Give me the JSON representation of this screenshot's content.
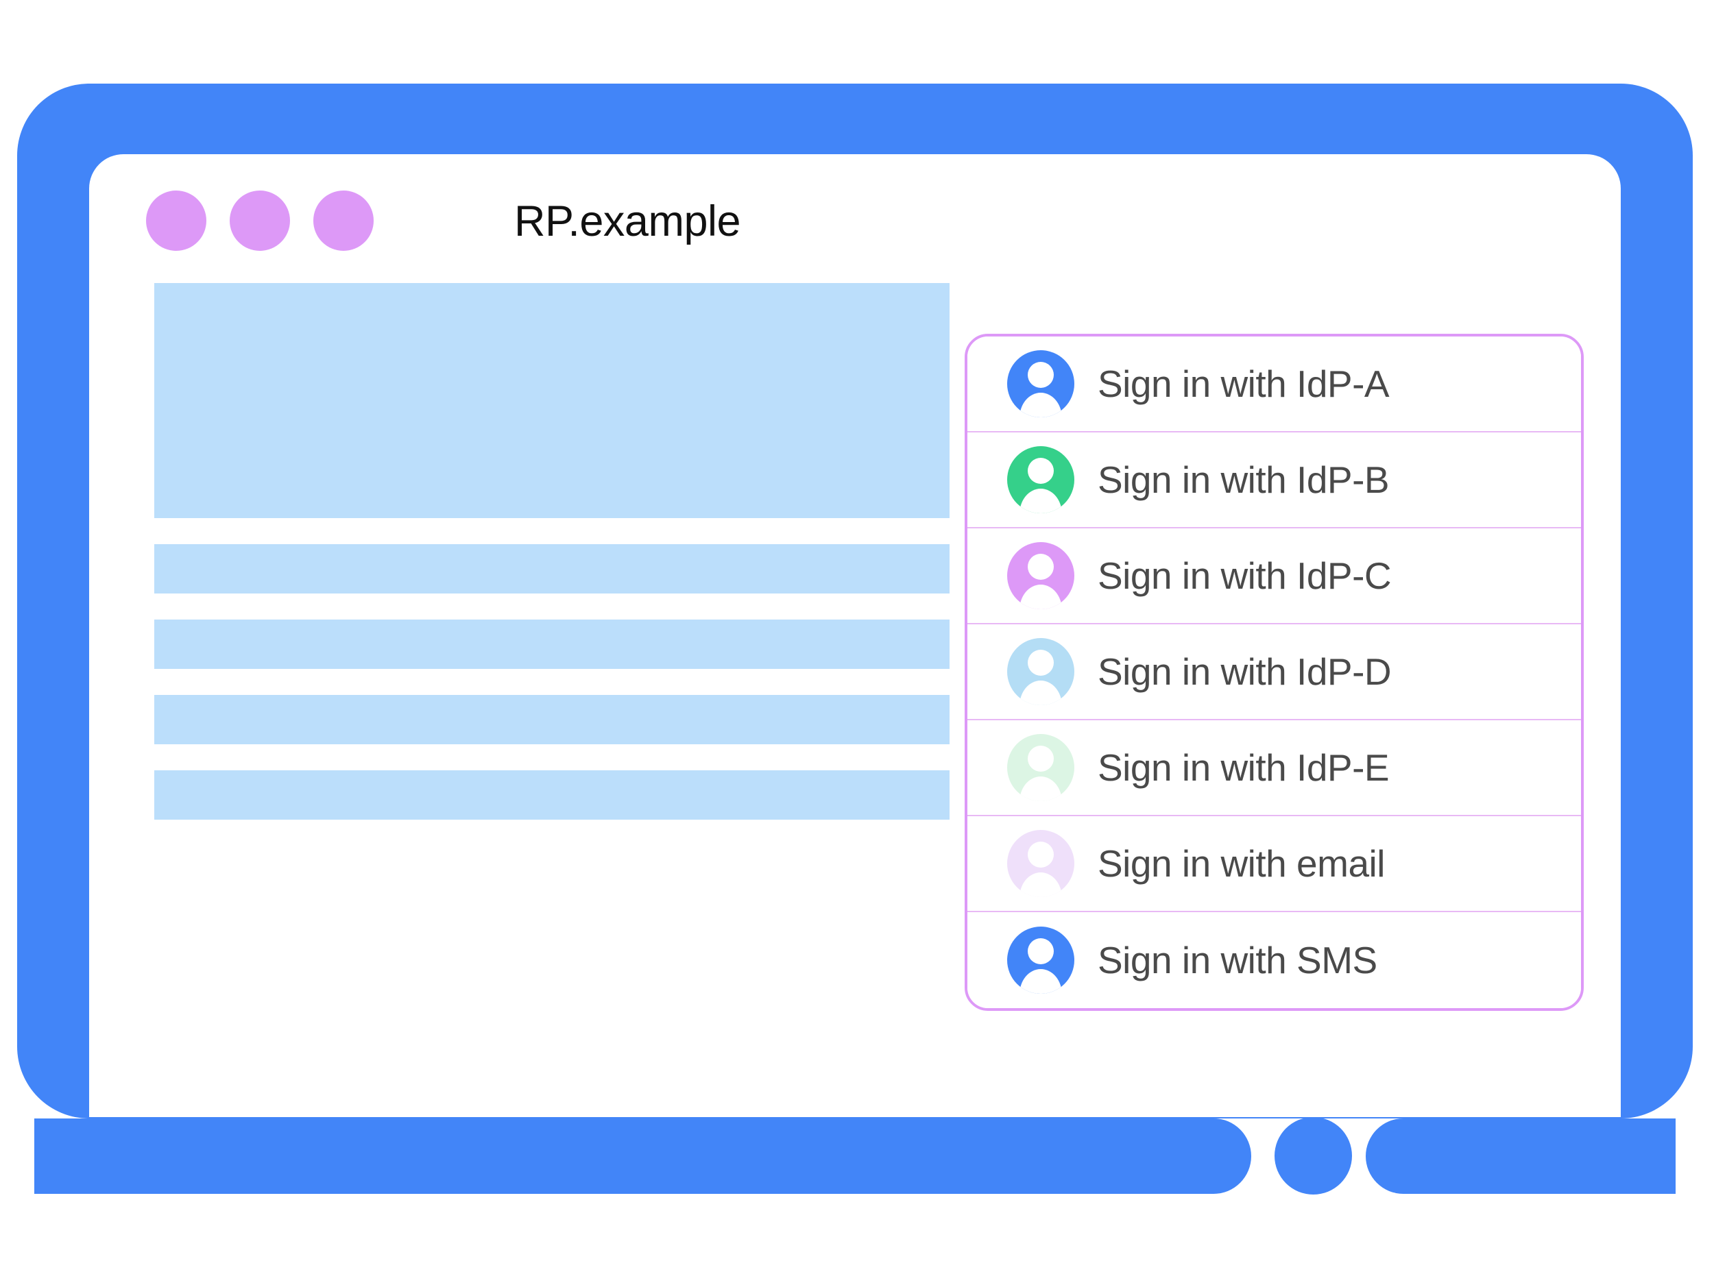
{
  "window": {
    "title": "RP.example",
    "dots": [
      "window-dot-1",
      "window-dot-2",
      "window-dot-3"
    ],
    "dot_color": "#DD99F7",
    "frame_color": "#4285F8"
  },
  "page_content": {
    "placeholder_color": "#BBDEFB",
    "blocks": [
      {
        "name": "hero-placeholder",
        "kind": "hero"
      },
      {
        "name": "text-line-placeholder-1",
        "kind": "line"
      },
      {
        "name": "text-line-placeholder-2",
        "kind": "line"
      },
      {
        "name": "text-line-placeholder-3",
        "kind": "line"
      },
      {
        "name": "text-line-placeholder-4",
        "kind": "line"
      }
    ]
  },
  "signin_panel": {
    "border_color": "#DD99F7",
    "divider_color": "#E8B9F5",
    "label_color": "#4A4A4A",
    "options": [
      {
        "label": "Sign in with IdP-A",
        "avatar_color": "#4285F8",
        "icon": "avatar-icon"
      },
      {
        "label": "Sign in with IdP-B",
        "avatar_color": "#35D08A",
        "icon": "avatar-icon"
      },
      {
        "label": "Sign in with IdP-C",
        "avatar_color": "#DD99F7",
        "icon": "avatar-icon"
      },
      {
        "label": "Sign in with IdP-D",
        "avatar_color": "#B4DDF5",
        "icon": "avatar-icon"
      },
      {
        "label": "Sign in with IdP-E",
        "avatar_color": "#DCF5E4",
        "icon": "avatar-icon"
      },
      {
        "label": "Sign in with email",
        "avatar_color": "#EFE0FA",
        "icon": "avatar-icon"
      },
      {
        "label": "Sign in with SMS",
        "avatar_color": "#4285F8",
        "icon": "avatar-icon"
      }
    ]
  }
}
